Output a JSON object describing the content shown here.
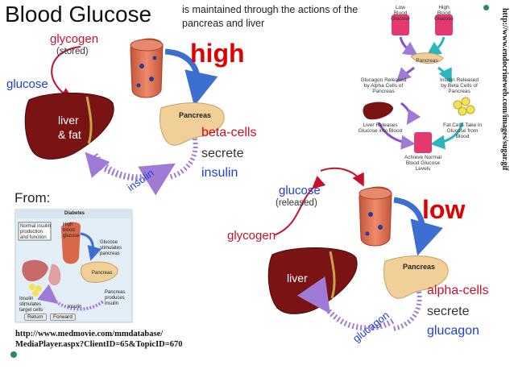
{
  "header": {
    "title": "Blood Glucose",
    "subtitle": "is maintained through the actions of the pancreas and liver"
  },
  "high_section": {
    "glycogen": "glycogen",
    "stored": "(stored)",
    "glucose": "glucose",
    "high": "high",
    "liver": "liver",
    "fat": "& fat",
    "pancreas": "Pancreas",
    "beta_cells": "beta-cells",
    "secrete": "secrete",
    "insulin": "insulin",
    "arrow_insulin": "insulin"
  },
  "low_section": {
    "glucose": "glucose",
    "released": "(released)",
    "low": "low",
    "glycogen": "glycogen",
    "liver": "liver",
    "pancreas": "Pancreas",
    "alpha_cells": "alpha-cells",
    "secrete": "secrete",
    "glucagon": "glucagon",
    "arrow_glucagon": "glucagon"
  },
  "source": {
    "from": "From:",
    "url_line1": "http://www.medmovie.com/mmdatabase/",
    "url_line2": "MediaPlayer.aspx?ClientID=65&TopicID=670",
    "vertical_url": "http://www.endocrineweb.com/images/sugar.gif"
  },
  "mini_figure": {
    "title": "Diabetes",
    "box_label": "Normal insulin production and function",
    "high_blood": "High blood glucose",
    "step1": "Glucose stimulates pancreas",
    "pancreas": "Pancreas",
    "step2": "Pancreas produces insulin",
    "step3": "Insulin stimulates target cells",
    "insulin": "Insulin",
    "return": "Return",
    "forward": "Forward"
  },
  "flow_figure": {
    "low_blood": "Low Blood Glucose",
    "high_blood": "High Blood Glucose",
    "pancreas": "Pancreas",
    "glucagon_released": "Glucagon Released by Alpha Cells of Pancreas",
    "insulin_released": "Insulin Released by Beta Cells of Pancreas",
    "liver_releases": "Liver Releases Glucose into Blood",
    "fat_cells": "Fat Cells Take in Glucose from Blood",
    "achieve": "Achieve Normal Blood Glucose Levels"
  },
  "colors": {
    "red_text": "#c8102e",
    "blue_text": "#1f3fd0",
    "big_word": "#e00000",
    "liver": "#7a1414",
    "pancreas": "#f0cf98",
    "vessel": "#d9674a",
    "purple_arrow": "#9f7ad6",
    "blue_arrow": "#3d6fd1",
    "teal_arrow": "#2ab5c0"
  },
  "icons": {
    "curved_arrow": "curved-arrow-icon",
    "blood_vessel": "blood-vessel-icon",
    "liver": "liver-icon",
    "pancreas": "pancreas-icon",
    "globe": "globe-icon"
  }
}
